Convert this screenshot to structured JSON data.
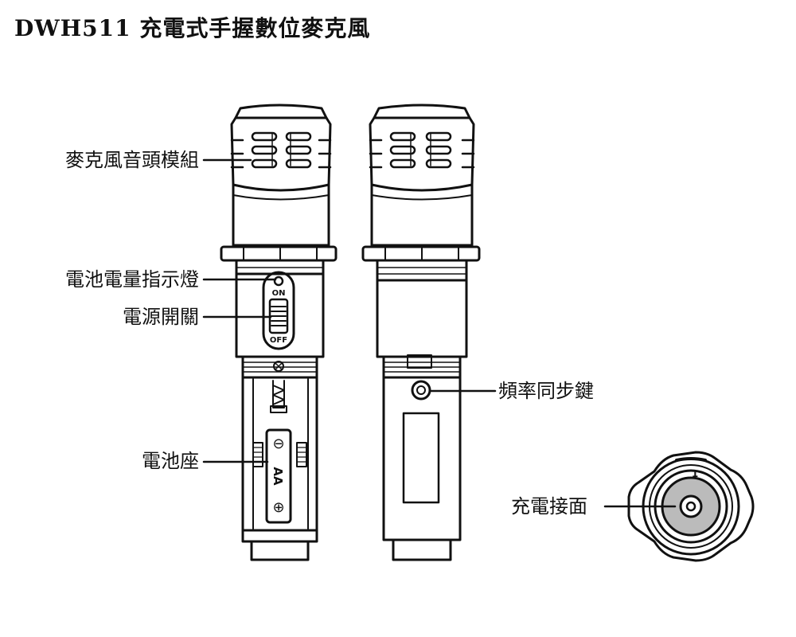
{
  "title": "DWH511 充電式手握數位麥克風",
  "labels": {
    "mic_head_module": "麥克風音頭模組",
    "battery_indicator": "電池電量指示燈",
    "power_switch": "電源開關",
    "battery_holder": "電池座",
    "frequency_sync_key": "頻率同步鍵",
    "charging_interface": "充電接面"
  },
  "switch_text": {
    "on": "ON",
    "off": "OFF"
  },
  "battery_text": {
    "type": "AA",
    "minus": "⊖",
    "plus": "⊕"
  },
  "charging_mark": "1",
  "colors": {
    "line": "#111111",
    "contact": "#bbbbbb"
  }
}
